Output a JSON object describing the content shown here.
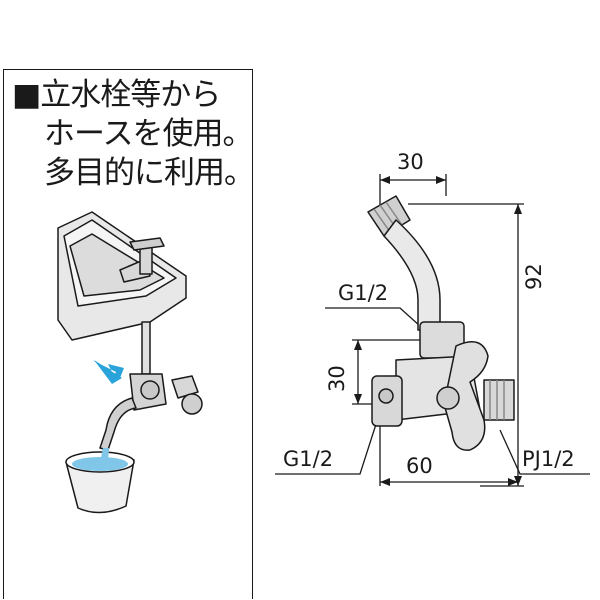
{
  "caption": {
    "marker": "■",
    "line1": "立水栓等から",
    "line2": "ホースを使用。",
    "line3": "多目的に利用。"
  },
  "dimensions": {
    "top_width": "30",
    "height_total": "92",
    "height_body": "30",
    "width_body": "60",
    "thread_upper": "G1/2",
    "thread_lower": "G1/2",
    "thread_outlet": "PJ1/2"
  },
  "colors": {
    "line": "#1a1a1a",
    "arrow": "#29a3d9",
    "water": "#7fc6e8",
    "metal": "#d4d4d4"
  }
}
